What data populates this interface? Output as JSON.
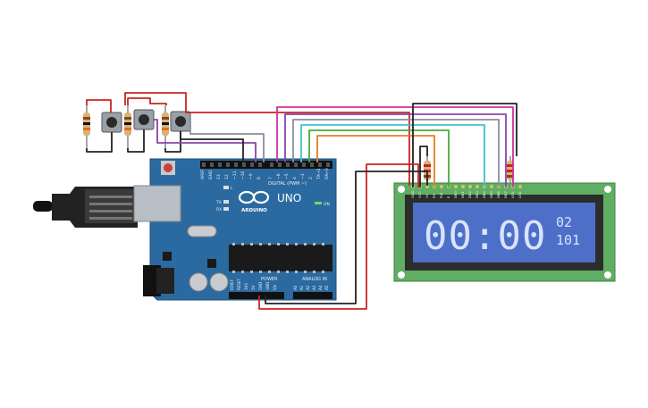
{
  "board": {
    "brand": "ARDUINO",
    "model": "UNO",
    "on_label": "ON",
    "digital_label": "DIGITAL (PWM ~)",
    "power_label": "POWER",
    "analog_label": "ANALOG IN",
    "l_label": "L",
    "tx_label": "TX",
    "rx_label": "RX",
    "digital_pins": [
      "AREF",
      "GND",
      "13",
      "12",
      "~11",
      "~10",
      "~9",
      "8",
      "7",
      "~6",
      "~5",
      "4",
      "~3",
      "2",
      "TX→1",
      "RX←0"
    ],
    "power_pins": [
      "IOREF",
      "RESET",
      "3V3",
      "5V",
      "GND",
      "GND",
      "Vin"
    ],
    "analog_pins": [
      "A0",
      "A1",
      "A2",
      "A3",
      "A4",
      "A5"
    ]
  },
  "lcd": {
    "big_digits": "00:00",
    "small_top": "02",
    "small_bottom": "101",
    "pin_labels": [
      "GND",
      "VCC",
      "V0",
      "RS",
      "RW",
      "E",
      "DB0",
      "DB1",
      "DB2",
      "DB3",
      "DB4",
      "DB5",
      "DB6",
      "DB7",
      "LED",
      "LED"
    ]
  },
  "colors": {
    "board": "#2b6aa0",
    "lcd_pcb": "#5fae63",
    "lcd_screen": "#4d6fc8",
    "wire_red": "#cc2222",
    "wire_black": "#222222",
    "wire_purple": "#8844aa",
    "wire_magenta": "#cc3399",
    "wire_gray": "#8a8f9a",
    "wire_cyan": "#44c0c8",
    "wire_green": "#44aa44",
    "wire_orange": "#e08020"
  }
}
